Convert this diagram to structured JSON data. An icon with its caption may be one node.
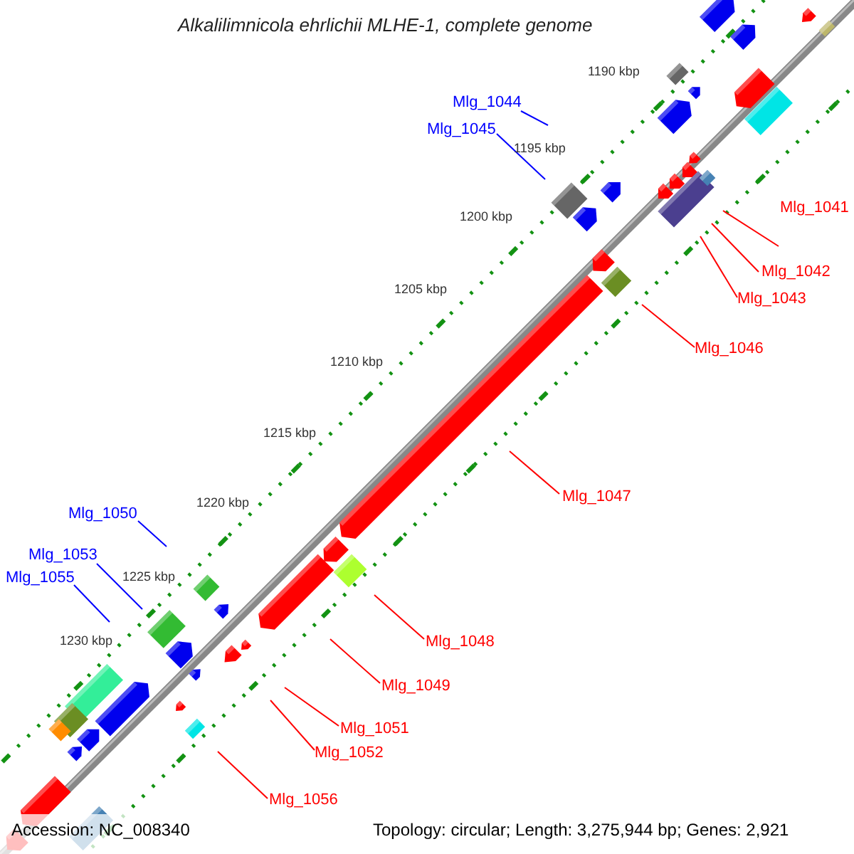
{
  "diagram": {
    "title": "Alkalilimnicola ehrlichii MLHE-1, complete genome",
    "nodes": [
      {
        "text": [
          "Mlg_1044"
        ]
      },
      {
        "text": [
          "Mlg_1045"
        ]
      },
      {
        "text": [
          "Mlg_1041"
        ]
      },
      {
        "text": [
          "Mlg_1042"
        ]
      },
      {
        "text": [
          "Mlg_1043"
        ]
      },
      {
        "text": [
          "Mlg_1046"
        ]
      },
      {
        "text": [
          "Mlg_1047"
        ]
      },
      {
        "text": [
          "Mlg_1050"
        ]
      },
      {
        "text": [
          "Mlg_1053"
        ]
      },
      {
        "text": [
          "Mlg_1055"
        ]
      },
      {
        "text": [
          "Mlg_1048"
        ]
      },
      {
        "text": [
          "Mlg_1049"
        ]
      },
      {
        "text": [
          "Mlg_1051"
        ]
      },
      {
        "text": [
          "Mlg_1052"
        ]
      },
      {
        "text": [
          "Mlg_1056"
        ]
      }
    ],
    "edges": [
      {
        "from": 0,
        "to": null,
        "arrow": "none",
        "color": "#0000ff"
      },
      {
        "from": 1,
        "to": null,
        "arrow": "none",
        "color": "#0000ff"
      },
      {
        "from": 2,
        "to": null,
        "arrow": "none"
      },
      {
        "from": 3,
        "to": null,
        "arrow": "none"
      },
      {
        "from": 4,
        "to": null,
        "arrow": "none"
      },
      {
        "from": 5,
        "to": null,
        "arrow": "none"
      },
      {
        "from": 6,
        "to": null,
        "arrow": "none"
      },
      {
        "from": 7,
        "to": null,
        "arrow": "none",
        "color": "#0000ff"
      },
      {
        "from": 8,
        "to": null,
        "arrow": "none",
        "color": "#0000ff"
      },
      {
        "from": 9,
        "to": null,
        "arrow": "none",
        "color": "#0000ff"
      },
      {
        "from": 10,
        "to": null,
        "arrow": "none"
      },
      {
        "from": 11,
        "to": null,
        "arrow": "none"
      },
      {
        "from": 12,
        "to": null,
        "arrow": "none"
      },
      {
        "from": 13,
        "to": null,
        "arrow": "none"
      },
      {
        "from": 14,
        "to": null,
        "arrow": "none"
      }
    ],
    "labels": [
      "1190 kbp",
      "1195 kbp",
      "1200 kbp",
      "1205 kbp",
      "1210 kbp",
      "1215 kbp",
      "1220 kbp",
      "1225 kbp",
      "1230 kbp",
      "Accession: NC_008340",
      "Topology: circular; Length: 3,275,944 bp; Genes: 2,921"
    ]
  }
}
